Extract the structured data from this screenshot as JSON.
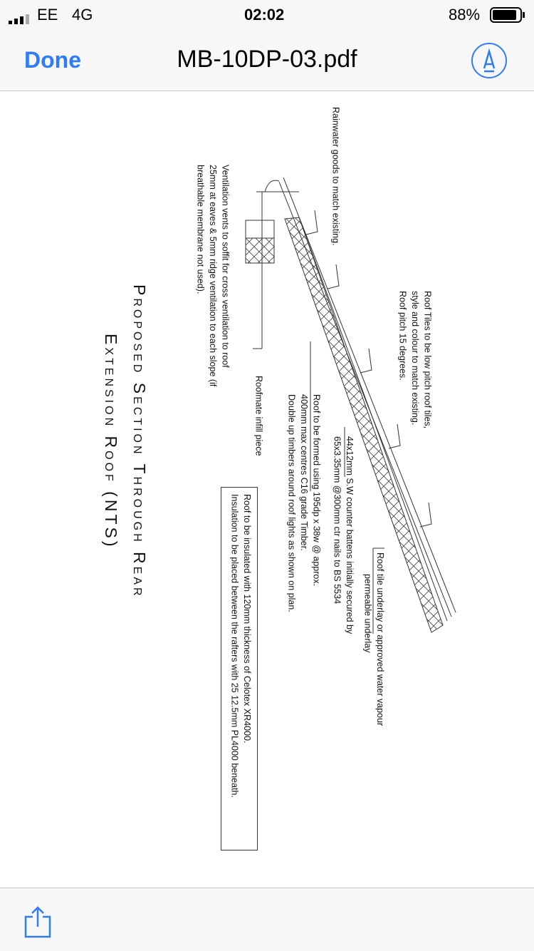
{
  "status_bar": {
    "carrier": "EE",
    "network": "4G",
    "time": "02:02",
    "battery": "88%",
    "battery_level": 0.88
  },
  "nav": {
    "done_label": "Done",
    "title": "MB-10DP-03.pdf",
    "markup_icon": "markup-pen-icon"
  },
  "drawing": {
    "title_line1": "Proposed Section Through Rear",
    "title_line2": "Extension Roof (NTS)",
    "rainwater": "Rainwater goods to match existing.",
    "roof_tiles": [
      "Roof Tiles to be low pitch roof tiles,",
      "style and colour to match existing.",
      "Roof pitch 15 degrees."
    ],
    "ventilation": [
      "Ventilation vents to soffit for cross ventilation to roof",
      "25mm at eaves & 5mm ridge ventilation to each slope (if",
      "breathable membrane not used)."
    ],
    "roofmate": "Roofmate infill piece",
    "roof_formed": [
      "Roof to be formed using 195dp x 38w @ approx.",
      "400mm max centres C16 grade Timber.",
      "Double up timbers around roof lights as shown on plan."
    ],
    "battens": [
      "44x12mm S.W counter battens initially secured by",
      "65x3.35mm @300mm ctr nails to BS 5534"
    ],
    "underlay": [
      "Roof tile underlay or approved water vapour",
      "permeable underlay"
    ],
    "insulation_note": [
      "Roof to be insulated with 120mm thickness of Celotex  XR4000.",
      "Insulation to be placed between the rafters with 25 12.5mm PL4000 beneath."
    ]
  },
  "toolbar": {
    "share_icon": "share-icon"
  }
}
